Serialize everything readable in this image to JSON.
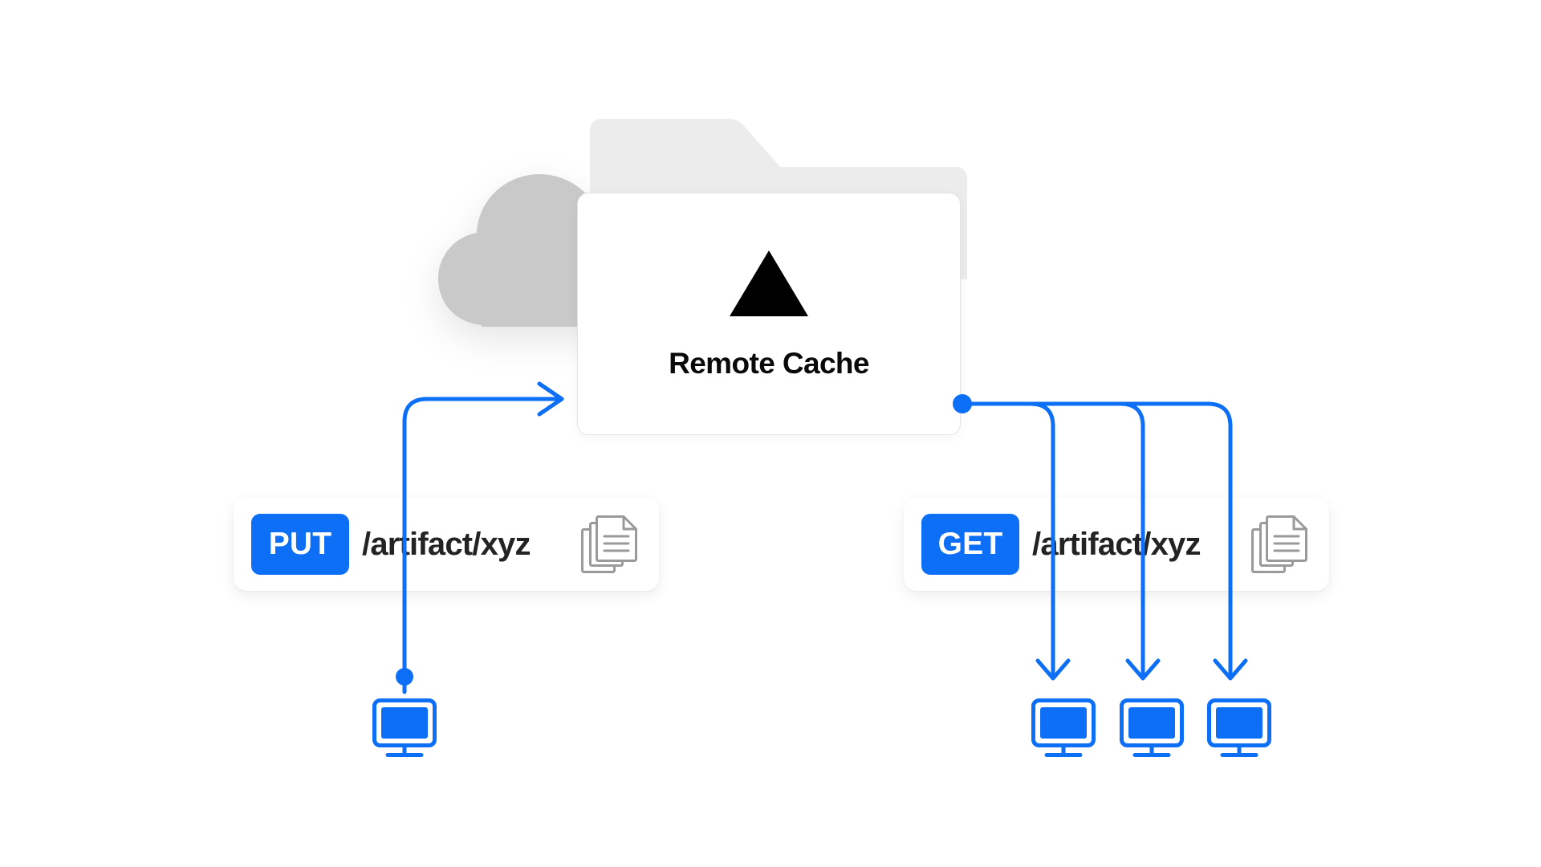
{
  "diagram": {
    "title": "Remote Cache",
    "background_color": "#ffffff",
    "accent_color": "#0c6ff5",
    "cloud_color": "#c9c9c9",
    "folder_color": "#ececec",
    "card_border_color": "#e3e3e3",
    "text_color": "#0a0a0a",
    "icon_gray": "#9a9a9a"
  },
  "cache_node": {
    "label": "Remote Cache",
    "logo_name": "vercel-triangle-logo",
    "cloud_name": "cloud-shape",
    "folder_name": "folder-shape"
  },
  "requests": [
    {
      "id": "put",
      "method": "PUT",
      "path": "/artifact/xyz",
      "badge_color": "#0c6ff5",
      "badge_text_color": "#ffffff",
      "artifact_icon": "stacked-documents-icon"
    },
    {
      "id": "get",
      "method": "GET",
      "path": "/artifact/xyz",
      "badge_color": "#0c6ff5",
      "badge_text_color": "#ffffff",
      "artifact_icon": "stacked-documents-icon"
    }
  ],
  "clients": {
    "producer_count": 1,
    "consumer_count": 3,
    "icon": "monitor-icon",
    "color": "#0c6ff5"
  },
  "connections": [
    {
      "id": "put-upload",
      "from": "producer-machine",
      "to": "remote-cache",
      "direction": "up",
      "arrow": "arrow-right",
      "endpoint": "dot"
    },
    {
      "id": "get-fetch-1",
      "from": "remote-cache",
      "to": "consumer-machine-1",
      "direction": "down",
      "arrow": "arrow-down",
      "endpoint": "dot"
    },
    {
      "id": "get-fetch-2",
      "from": "remote-cache",
      "to": "consumer-machine-2",
      "direction": "down",
      "arrow": "arrow-down",
      "endpoint": "dot"
    },
    {
      "id": "get-fetch-3",
      "from": "remote-cache",
      "to": "consumer-machine-3",
      "direction": "down",
      "arrow": "arrow-down",
      "endpoint": "dot"
    }
  ]
}
